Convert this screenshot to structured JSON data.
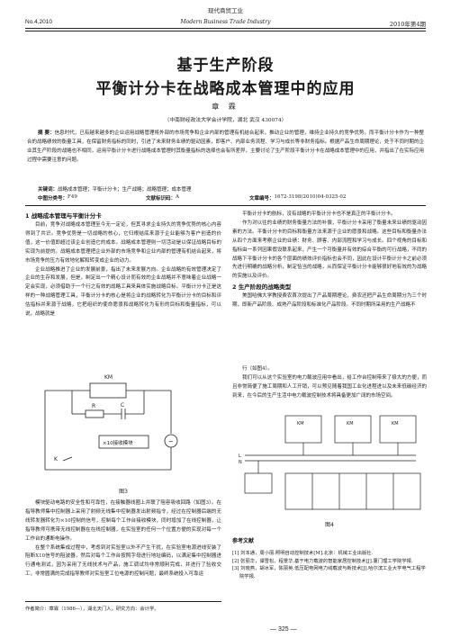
{
  "header": {
    "journal_cn": "现代商贸工业",
    "issue_left": "No.4,2010",
    "journal_en": "Modern Business Trade Industry",
    "issue_right": "2010年第4期"
  },
  "article": {
    "title_line1": "基于生产阶段",
    "title_line2": "平衡计分卡在战略成本管理中的应用",
    "author": "章 霖",
    "affiliation": "（中南财经政法大学会计学院，湖北 武汉 430074）",
    "abstract_label": "摘 要：",
    "abstract": "信息时代，已有越来越多的企业运用战略管理将外部的市场竞争和企业内部的管理有机结合起来，推动企业的管理，维持企业持久的竞争优势。而平衡计分卡作为一种整合的战略绩效的衡量工具，在保留财务指标的同时，引进了未来财务业绩的驱动因素，即客户、内部业务流程、学习与成长等非财务指标。根据产品生命周期理论，处于不同时期的企业其生产阶段的战略也不相同，运用平衡计分卡进行战略成本管理时其衡量指标的选择也会有所差异，主要讨论了生产阶段平衡计分卡在战略成本管理中的应用，并指出了在实际应用过程中需要注意的问题。",
    "keywords_label": "关键词：",
    "keywords": "战略成本管理；平衡计分卡；生产战略；战略管理；成本管理",
    "clc_label": "中图分类号：",
    "clc": "F49",
    "doc_code_label": "文献标识码：",
    "doc_code": "A",
    "article_no_label": "文章编号：",
    "article_no": "1672-3198(2010)04-0325-02"
  },
  "body": {
    "left_top": [
      {
        "type": "h",
        "text": "1 战略成本管理与平衡计分卡"
      },
      {
        "type": "p",
        "text": "目前，竞争对战略成本管理至今无一定论，但其寻求企业持久的竞争优势的核心内容得到了共识。竞争优势是一切战略的核心，它归根结底来源于企业能够为客户创造的价值，这一价值即超过该企业创造它的成本。战略成本管理则一切活动是以保证战略目标的实现为前提的。战略成本管理把企业外部的市场竞争和企业内部的管理有机结合起来，将市场竞争的压力有效地化解和转变成企业的动力。"
      },
      {
        "type": "p",
        "text": "企业战略推进了企业的发展前景，指出了未来发展方向。企业战略的有效管理决定了企业的生存和发展，但是，制定出一个精心设计而有效的企业战略并不意味着企业战略一定会实现，必须借助于一个行之有效的战略工具来具体实施战略目标。平衡计分卡正是这样的一种战略管理工具，平衡计分卡的核心是将企业的战略转化为平衡计分卡的目标和评估指标并来源于战略，它把组织的使命愿景和战略转化为有形的目标和衡量指标，可以说，战略就是"
      }
    ],
    "right_top": [
      {
        "type": "p",
        "text": "平衡计分卡的航标，没有战略的平衡计分卡也不是真正的平衡计分卡。"
      },
      {
        "type": "p",
        "text": "作为对以往的业绩的财务衡量方法的补偿，平衡计分卡采用了衡量未来业绩的驱动因素的方法。平衡计分卡的目标和衡量方法来源于企业的愿景和战略。这些目标和衡量办法从四个方面来考察企业的业绩：财务、顾客、内部流程和学习与成长。四个视角的目标和指标由一系列因果假设联系起来，产生一个可衡量并有效的综合平衡的可行战略，不同的战略下平衡计分卡的各个层面的绩效评价指标也会不同，因此在设计平衡计分卡之前必须先进行明确的战略分析，制定恰当的战略，从而保证平衡计分卡能够很好地有效的为战略的实施以及评价。"
      },
      {
        "type": "h",
        "text": "2 生产阶段的战略类型"
      },
      {
        "type": "p",
        "text": "美国哈佛大学教授费农首次提出了产品周期理论，费农还把产品生命周期分为三个时期，即新产品阶段、成熟产品阶段和标准化产品阶段。不同时期所采用的生产战略不"
      }
    ],
    "left_bottom": [
      {
        "type": "p",
        "text": "模块驱动电路的安全性和可靠性，在接触器线圈上并联了阻容吸收回路（如图3）。在指导教师集中控制器上采用了射频无线集中控制器发出射频指令，经过在控制器后端的无线转发器转化为×10控制的信号，控制每个工作台接收模块，同时增加了在线控制器，让指导教师可携带无线控制器在在线控制器，在实验室的任何一个位置方便的实现对每一个工作台的通断电操作。"
      },
      {
        "type": "p",
        "text": "在整个系统集成过程中，考虑到对实验室以外不产生干扰，在实验室电源进线安装了阻断X10信号的阻波器，然后对每个工作台按照字母进行地址编码，以满足集中控制器进行通电测试，因为采用了无线技术与产品，施工调试均非常顺利完成，并进行了验收交工，非常圆满的完成指导教师对实验室工位电源的控制问题，最终系统投入可靠运"
      }
    ],
    "right_bottom": [
      {
        "type": "p",
        "text": "行（如图4）。"
      },
      {
        "type": "p",
        "text": "我们可以从这个实验室的电力载波应用中看出，给工作台控制带来了极大的方便，而且非常简便了施工周期和人工开销，可以预见随着我国工业化进程进以及未来低碳经济的到来，在今后的生产生活中电力载波控制技术将具备更加广阔的市场空间。"
      }
    ]
  },
  "figure3": {
    "caption": "图3",
    "labels": {
      "km": "KM",
      "r": "R",
      "c": "C",
      "ac": "~",
      "module": "×10接收模块",
      "k": "K"
    }
  },
  "figure4": {
    "caption": "图4",
    "labels": {
      "km": "KM",
      "n": "N",
      "l": "L"
    }
  },
  "references": {
    "heading": "参考文献",
    "items": [
      "[1] 刘本通，周小丽.照明自动控制技术[M].北京：机械工业出版社.",
      "[2] 张丽华，谭雪松，程景华.基于电力载波的智能家居控制技术[J].厦门理工学院学报.",
      "[3] 刘晓燕，胡冰军，陈丽英.低压配电网电力线载波与新技术[J].哈尔滨工业大学电气工程学院学报."
    ]
  },
  "footnote": "作者简介：章霖（1986—），湖北天门人，研究方向：会计学。",
  "page_number": "— 325 —"
}
